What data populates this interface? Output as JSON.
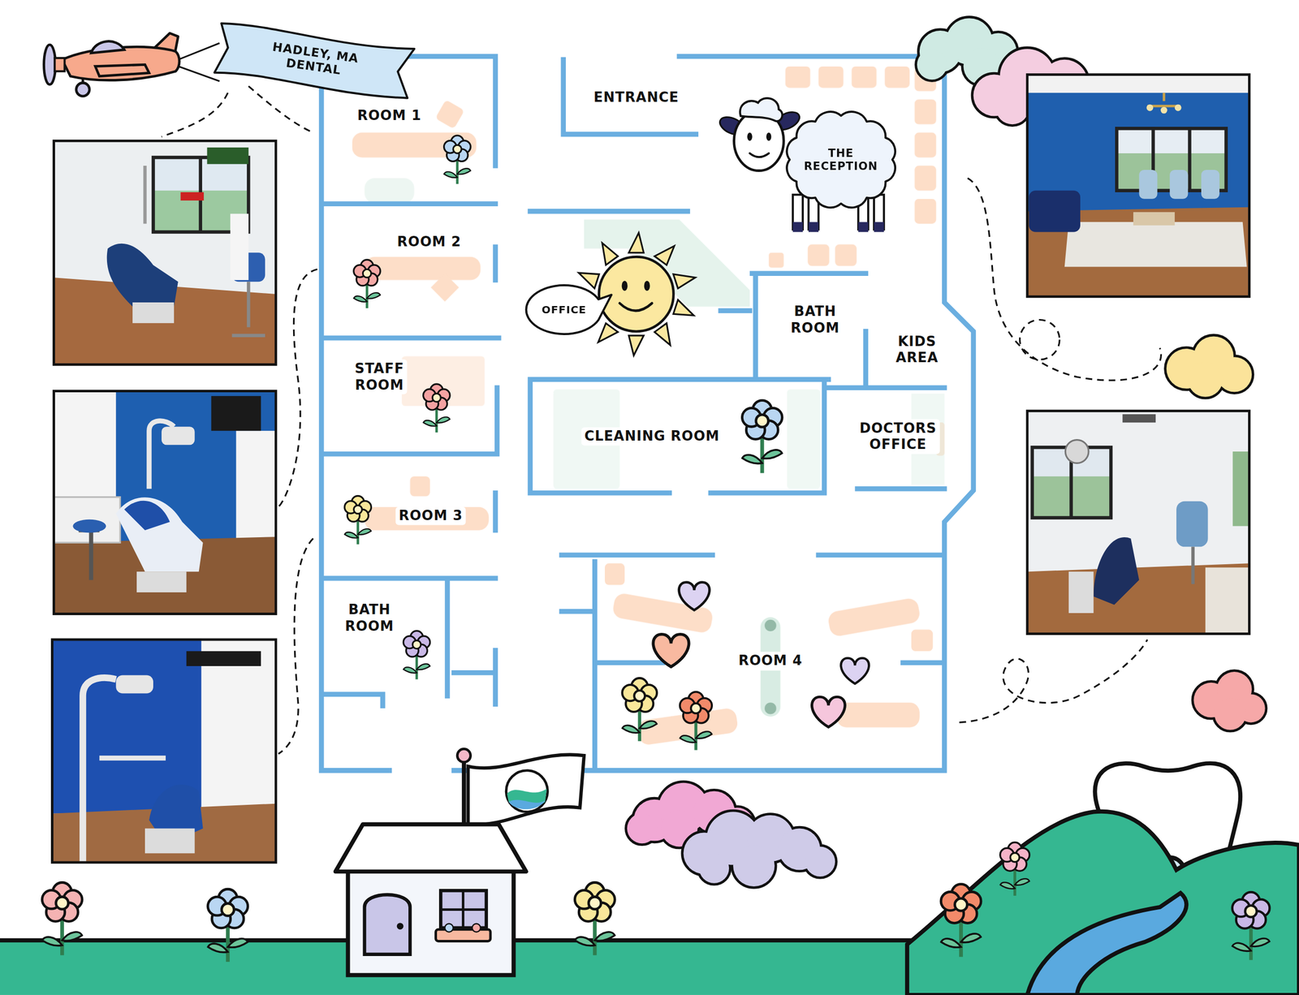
{
  "diagram": {
    "nodes": [
      {
        "text": [
          "HADLEY, MA DENTAL"
        ]
      },
      {
        "text": [
          "OFFICE"
        ]
      },
      {
        "text": [
          "THE RECEPTION"
        ]
      }
    ],
    "labels": [
      "ENTRANCE",
      "ROOM 1",
      "ROOM 2",
      "STAFF ROOM",
      "ROOM 3",
      "BATH ROOM",
      "BATH ROOM",
      "KIDS AREA",
      "CLEANING ROOM",
      "DOCTORS OFFICE",
      "ROOM 4"
    ]
  }
}
